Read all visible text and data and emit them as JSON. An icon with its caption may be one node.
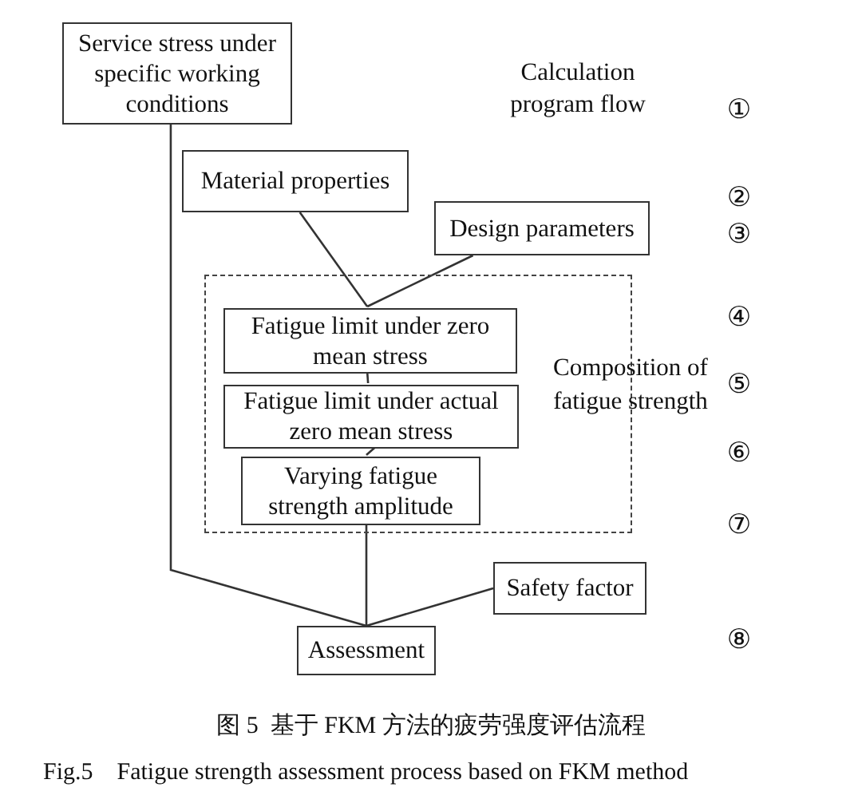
{
  "diagram": {
    "caption": "图 5  基于 FKM 方法的疲劳强度评估流程",
    "nodes": [
      {
        "text": [
          "Service stress under specific working conditions"
        ]
      },
      {
        "text": [
          "Material properties"
        ]
      },
      {
        "text": [
          "Design parameters"
        ]
      },
      {
        "text": [
          "Composition of fatigue strength"
        ]
      },
      {
        "text": [
          "Fatigue limit under zero mean stress"
        ],
        "in": 3
      },
      {
        "text": [
          "Fatigue limit under actual zero mean stress"
        ],
        "in": 3
      },
      {
        "text": [
          "Varying fatigue strength amplitude"
        ],
        "in": 3
      },
      {
        "text": [
          "Safety factor"
        ]
      },
      {
        "text": [
          "Assessment"
        ]
      }
    ],
    "edges": [
      {
        "from": 0,
        "to": 8,
        "arrow": "none"
      },
      {
        "from": 1,
        "to": 4,
        "arrow": "none"
      },
      {
        "from": 2,
        "to": 4,
        "arrow": "none"
      },
      {
        "from": 4,
        "to": 5,
        "arrow": "none"
      },
      {
        "from": 5,
        "to": 6,
        "arrow": "none"
      },
      {
        "from": 6,
        "to": 8,
        "arrow": "none"
      },
      {
        "from": 7,
        "to": 8,
        "arrow": "none"
      }
    ],
    "labels": [
      "Calculation program flow",
      "①",
      "②",
      "③",
      "④",
      "⑤",
      "⑥",
      "⑦",
      "⑧",
      "Fig.5    Fatigue strength assessment process based on FKM method"
    ]
  }
}
